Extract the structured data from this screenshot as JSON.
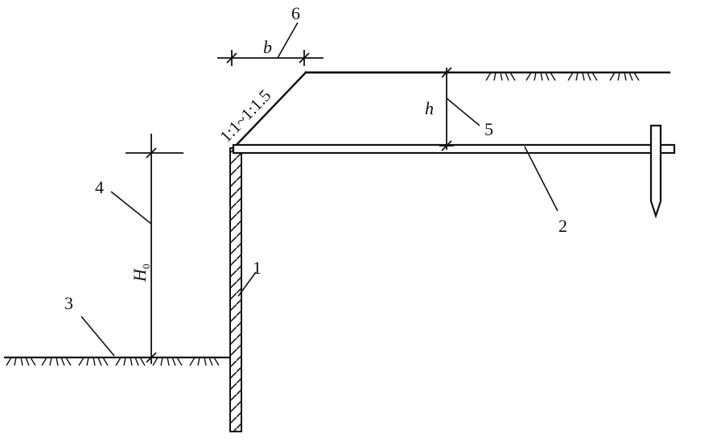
{
  "labels": {
    "n1": "1",
    "n2": "2",
    "n3": "3",
    "n4": "4",
    "n5": "5",
    "n6": "6",
    "b": "b",
    "h": "h",
    "H": "H",
    "H_sub": "0",
    "slope": "1:1~1:1.5"
  },
  "colors": {
    "ink": "#111111",
    "background": "#ffffff"
  }
}
